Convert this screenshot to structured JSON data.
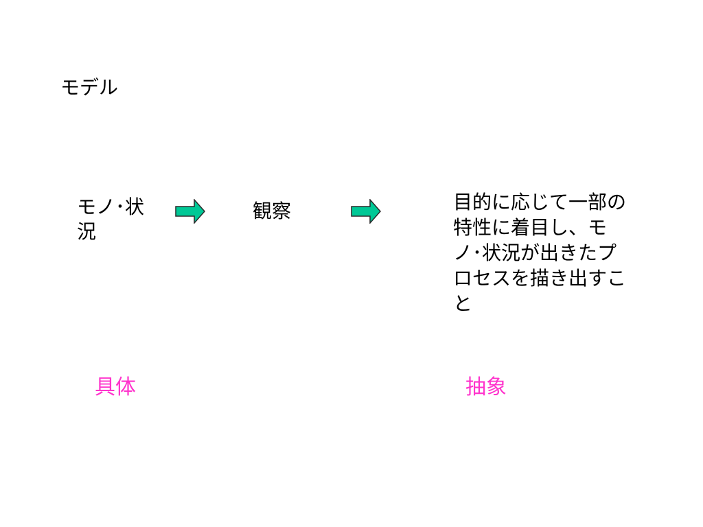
{
  "slide": {
    "title": "モデル",
    "concrete_text": "モノ･状況",
    "observe_text": "観察",
    "model_description": "目的に応じて一部の特性に着目し、モノ･状況が出きたプロセスを描き出すこと",
    "label_concrete": "具体",
    "label_abstract": "抽象"
  },
  "colors": {
    "arrow_fill": "#00C896",
    "arrow_stroke": "#2a2a2a",
    "label_color": "#FF33CC"
  },
  "icons": {
    "arrow": "right-arrow-icon"
  }
}
